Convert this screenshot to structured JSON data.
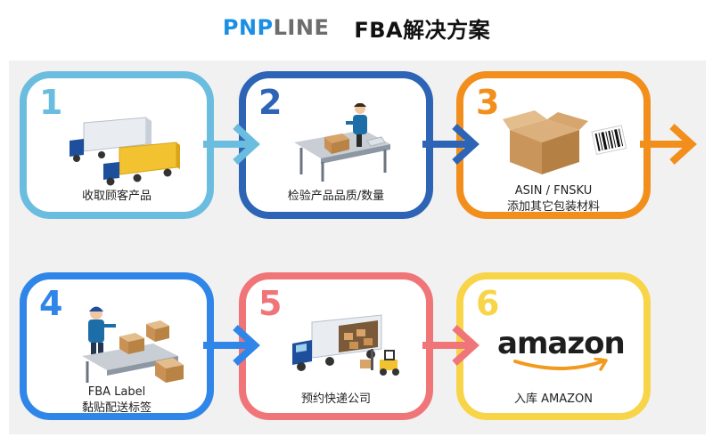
{
  "header": {
    "brand_part1": "PNP",
    "brand_part2": "LINE",
    "title_rest": "FBA解决方案"
  },
  "colors": {
    "step1": "#6bbde0",
    "step2": "#2e64b5",
    "step3": "#f28f1c",
    "step4": "#2f86e8",
    "step5": "#f07579",
    "step6": "#f8d548",
    "panel_bg": "#f1f1f1",
    "brand_blue": "#1a8fe3"
  },
  "steps": [
    {
      "number": "1",
      "caption_lines": [
        "收取顾客产品"
      ],
      "icon": "trucks-icon"
    },
    {
      "number": "2",
      "caption_lines": [
        "检验产品品质/数量"
      ],
      "icon": "conveyor-inspection-icon"
    },
    {
      "number": "3",
      "caption_lines": [
        "ASIN / FNSKU",
        "添加其它包装材料"
      ],
      "icon": "box-barcode-icon"
    },
    {
      "number": "4",
      "caption_lines": [
        "FBA Label",
        "黏贴配送标签"
      ],
      "icon": "worker-packages-icon"
    },
    {
      "number": "5",
      "caption_lines": [
        "预约快递公司"
      ],
      "icon": "truck-forklift-icon"
    },
    {
      "number": "6",
      "caption_lines": [
        "入库 AMAZON"
      ],
      "icon": "amazon-logo-icon",
      "logo_text": "amazon"
    }
  ]
}
